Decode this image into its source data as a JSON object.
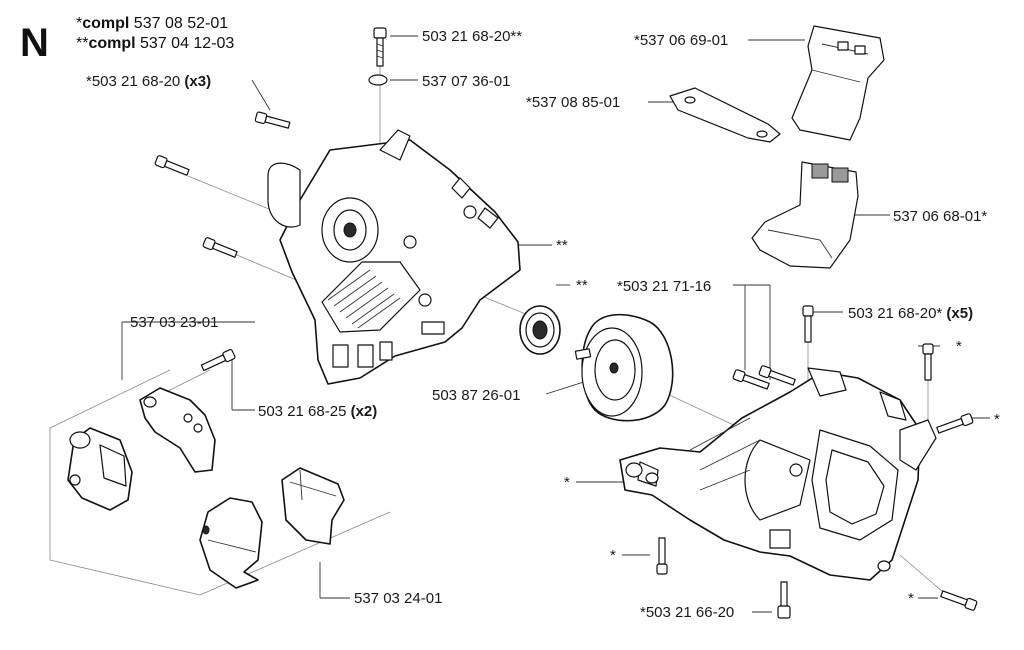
{
  "section_letter": "N",
  "header": {
    "line1_prefix": "*",
    "line1_bold": "compl",
    "line1_number": " 537 08 52-01",
    "line2_prefix": "**",
    "line2_bold": "compl",
    "line2_number": " 537 04 12-03"
  },
  "callouts": {
    "p_503216820_top": "503 21 68-20**",
    "p_537073601": "537 07 36-01",
    "p_503216820_x3": "*503 21 68-20",
    "p_x3_qty": "(x3)",
    "p_537066901": "*537 06 69-01",
    "p_537088501": "*537 08 85-01",
    "p_537066801": "537 06 68-01*",
    "p_star2_crankcase": "**",
    "p_star2_bearing": "**",
    "p_503217116": "*503 21 71-16",
    "p_503216820_x5": "503 21 68-20*",
    "p_x5_qty": "(x5)",
    "p_537032301": "537 03 23-01",
    "p_503216825": "503 21 68-25",
    "p_x2_qty": "(x2)",
    "p_503872601": "503 87 26-01",
    "p_star_right1": "*",
    "p_star_right2": "*",
    "p_star_left": "*",
    "p_star_bottom_left": "*",
    "p_503216620": "*503 21 66-20",
    "p_star_bottom_right": "*",
    "p_537032401": "537 03 24-01"
  }
}
